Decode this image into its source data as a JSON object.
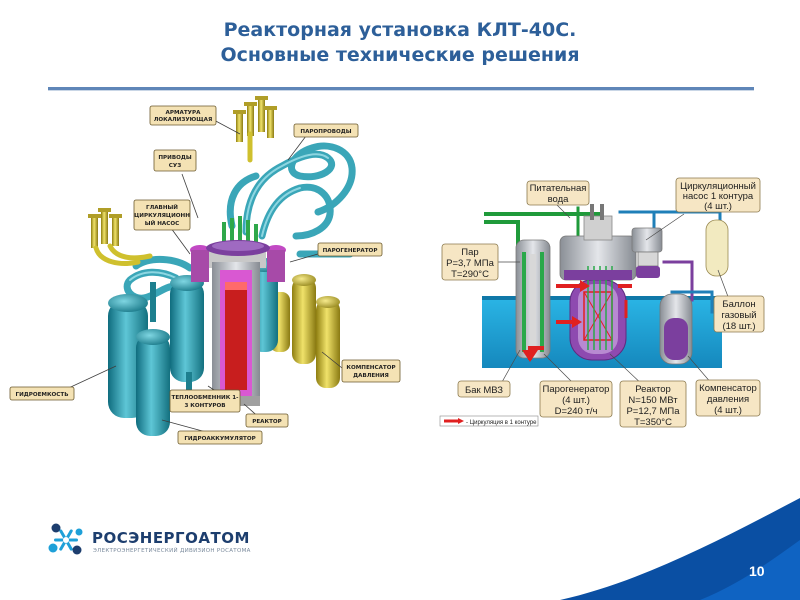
{
  "slide": {
    "title_line1": "Реакторная установка КЛТ-40С.",
    "title_line2": "Основные технические решения",
    "page_number": "10"
  },
  "colors": {
    "title": "#2d5f99",
    "steel_blue": "#2a9fb4",
    "yellow_vessels": "#d4c23a",
    "pool_blue": "#1aa6d8",
    "circulation_red": "#e02020",
    "footer_blue": "#0a4fa3"
  },
  "left_diagram": {
    "callouts": {
      "armatura": [
        "АРМАТУРА",
        "ЛОКАЛИЗУЮЩАЯ"
      ],
      "paroprovody": [
        "ПАРОПРОВОДЫ"
      ],
      "privody": [
        "ПРИВОДЫ",
        "СУЗ"
      ],
      "gcn": [
        "ГЛАВНЫЙ",
        "ЦИРКУЛЯЦИОНН",
        "ЫЙ НАСОС"
      ],
      "parogenerator": [
        "ПАРОГЕНЕРАТОР"
      ],
      "kompensator": [
        "КОМПЕНСАТОР",
        "ДАВЛЕНИЯ"
      ],
      "gidroemkost": [
        "ГИДРОЕМКОСТЬ"
      ],
      "teploobmennik": [
        "ТЕПЛООБМЕННИК 1-",
        "3 КОНТУРОВ"
      ],
      "reaktor": [
        "РЕАКТОР"
      ],
      "gidroakkumulyator": [
        "ГИДРОАККУМУЛЯТОР"
      ]
    }
  },
  "right_diagram": {
    "labels": {
      "feed_water": [
        "Питательная",
        "вода"
      ],
      "circ_pump": [
        "Циркуляционный",
        "насос 1 контура",
        "(4 шт.)"
      ],
      "steam": [
        "Пар",
        "P=3,7 МПа",
        "T=290°C"
      ],
      "gas_cylinder": [
        "Баллон",
        "газовый",
        "(18 шт.)"
      ],
      "mvz_tank": [
        "Бак МВЗ"
      ],
      "steam_generator": [
        "Парогенератор",
        "(4 шт.)",
        "D=240 т/ч"
      ],
      "reactor": [
        "Реактор",
        "N=150 МВт",
        "P=12,7 МПа",
        "T=350°C"
      ],
      "pressurizer": [
        "Компенсатор",
        "давления",
        "(4 шт.)"
      ]
    },
    "legend": "- Циркуляция в 1 контуре"
  },
  "footer": {
    "logo_name": "РОСЭНЕРГОАТОМ",
    "logo_subtitle": "ЭЛЕКТРОЭНЕРГЕТИЧЕСКИЙ ДИВИЗИОН РОСАТОМА"
  }
}
